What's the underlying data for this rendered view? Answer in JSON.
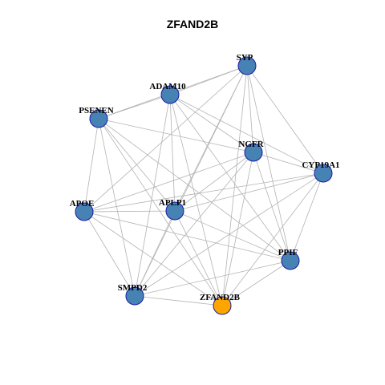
{
  "title": "ZFAND2B",
  "colors": {
    "node_default": "#4682b4",
    "node_focus": "#ffa500",
    "node_border": "#1a1aa6",
    "edge": "#b3b3b3"
  },
  "graph": {
    "focus_node": "ZFAND2B",
    "nodes": [
      "SYP",
      "ADAM10",
      "PSENEN",
      "NGFR",
      "CYP19A1",
      "APOE",
      "APLP1",
      "PPIF",
      "SMPD2",
      "ZFAND2B"
    ],
    "edges": [
      [
        "SYP",
        "ADAM10"
      ],
      [
        "SYP",
        "PSENEN"
      ],
      [
        "SYP",
        "NGFR"
      ],
      [
        "SYP",
        "CYP19A1"
      ],
      [
        "SYP",
        "APOE"
      ],
      [
        "SYP",
        "APLP1"
      ],
      [
        "SYP",
        "PPIF"
      ],
      [
        "SYP",
        "SMPD2"
      ],
      [
        "SYP",
        "ZFAND2B"
      ],
      [
        "ADAM10",
        "PSENEN"
      ],
      [
        "ADAM10",
        "NGFR"
      ],
      [
        "ADAM10",
        "CYP19A1"
      ],
      [
        "ADAM10",
        "APLP1"
      ],
      [
        "ADAM10",
        "PPIF"
      ],
      [
        "ADAM10",
        "SMPD2"
      ],
      [
        "ADAM10",
        "ZFAND2B"
      ],
      [
        "PSENEN",
        "NGFR"
      ],
      [
        "PSENEN",
        "APOE"
      ],
      [
        "PSENEN",
        "APLP1"
      ],
      [
        "PSENEN",
        "PPIF"
      ],
      [
        "PSENEN",
        "SMPD2"
      ],
      [
        "PSENEN",
        "ZFAND2B"
      ],
      [
        "NGFR",
        "APOE"
      ],
      [
        "NGFR",
        "APLP1"
      ],
      [
        "NGFR",
        "PPIF"
      ],
      [
        "NGFR",
        "SMPD2"
      ],
      [
        "NGFR",
        "ZFAND2B"
      ],
      [
        "NGFR",
        "CYP19A1"
      ],
      [
        "CYP19A1",
        "APOE"
      ],
      [
        "CYP19A1",
        "APLP1"
      ],
      [
        "CYP19A1",
        "PPIF"
      ],
      [
        "CYP19A1",
        "SMPD2"
      ],
      [
        "CYP19A1",
        "ZFAND2B"
      ],
      [
        "APOE",
        "APLP1"
      ],
      [
        "APOE",
        "PPIF"
      ],
      [
        "APOE",
        "SMPD2"
      ],
      [
        "APOE",
        "ZFAND2B"
      ],
      [
        "APLP1",
        "PPIF"
      ],
      [
        "APLP1",
        "SMPD2"
      ],
      [
        "APLP1",
        "ZFAND2B"
      ],
      [
        "PPIF",
        "SMPD2"
      ],
      [
        "PPIF",
        "ZFAND2B"
      ],
      [
        "SMPD2",
        "ZFAND2B"
      ]
    ]
  }
}
